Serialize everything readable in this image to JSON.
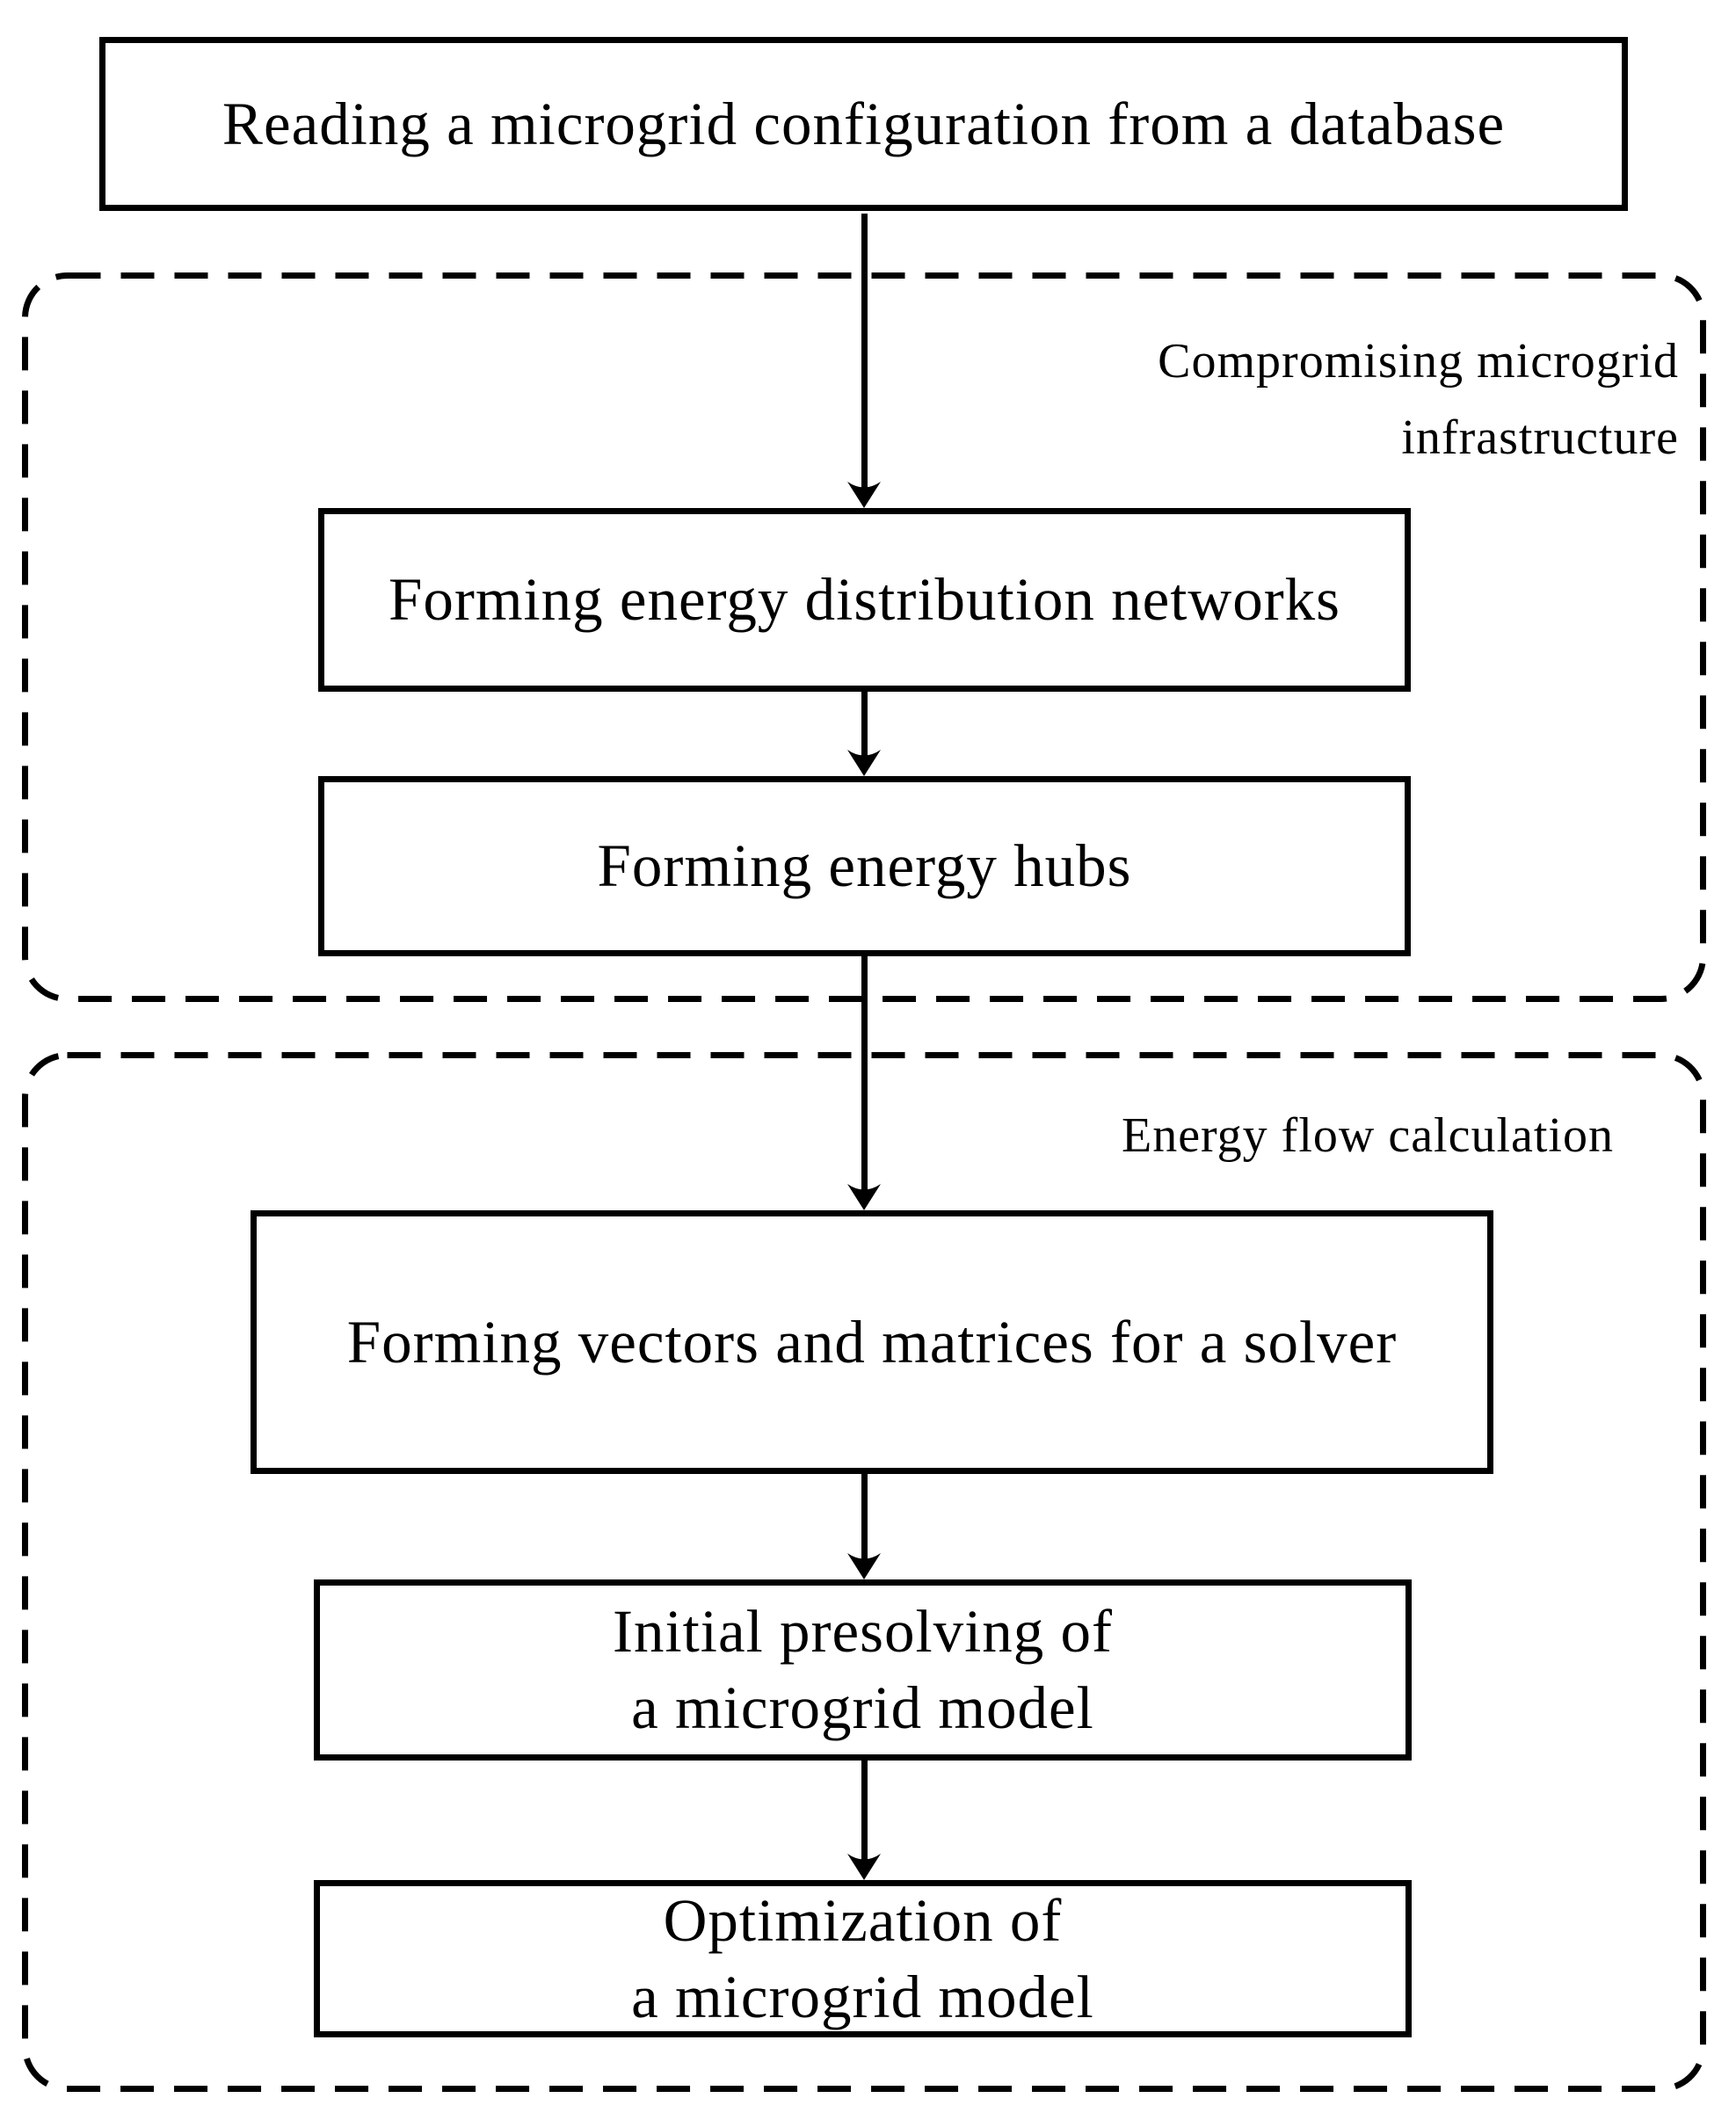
{
  "colors": {
    "ink": "#000000",
    "background": "#ffffff"
  },
  "nodes": {
    "reading": {
      "label": "Reading a microgrid configuration from a database"
    },
    "distribution": {
      "label": "Forming energy distribution networks"
    },
    "hubs": {
      "label": "Forming energy hubs"
    },
    "vectors": {
      "label": "Forming vectors and matrices for a solver"
    },
    "presolving": {
      "label": "Initial presolving of\na microgrid model"
    },
    "optimization": {
      "label": "Optimization of\na microgrid model"
    }
  },
  "groups": {
    "infrastructure": {
      "label": "Compromising microgrid\ninfrastructure"
    },
    "energyflow": {
      "label": "Energy flow calculation"
    }
  }
}
